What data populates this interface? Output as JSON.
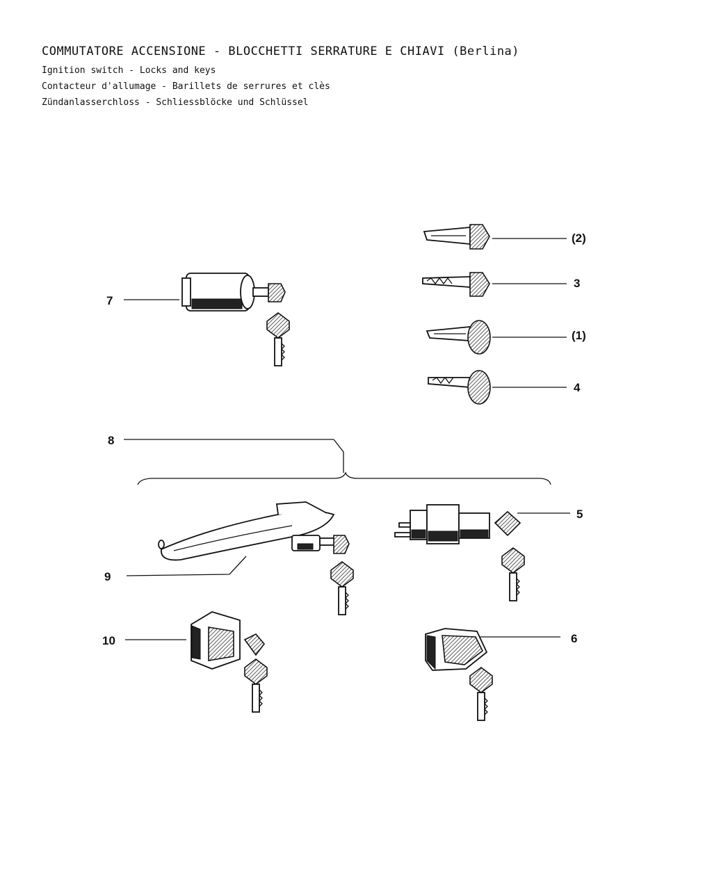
{
  "header": {
    "title": "COMMUTATORE ACCENSIONE - BLOCCHETTI SERRATURE E CHIAVI (Berlina)",
    "subtitle_en": "Ignition switch - Locks and keys",
    "subtitle_fr": "Contacteur d'allumage - Barillets de serrures et clès",
    "subtitle_de": "Zündanlasserchloss - Schliessblöcke und Schlüssel"
  },
  "callouts": {
    "c2": "(2)",
    "c3": "3",
    "c1": "(1)",
    "c4": "4",
    "c7": "7",
    "c8": "8",
    "c5": "5",
    "c9": "9",
    "c10": "10",
    "c6": "6"
  },
  "icons": {
    "ignition_switch": "ignition-switch-icon",
    "key": "key-icon",
    "door_handle": "door-handle-icon",
    "lock_cylinder": "lock-cylinder-icon",
    "trunk_lock": "trunk-lock-icon",
    "glovebox_lock": "glovebox-lock-icon"
  }
}
